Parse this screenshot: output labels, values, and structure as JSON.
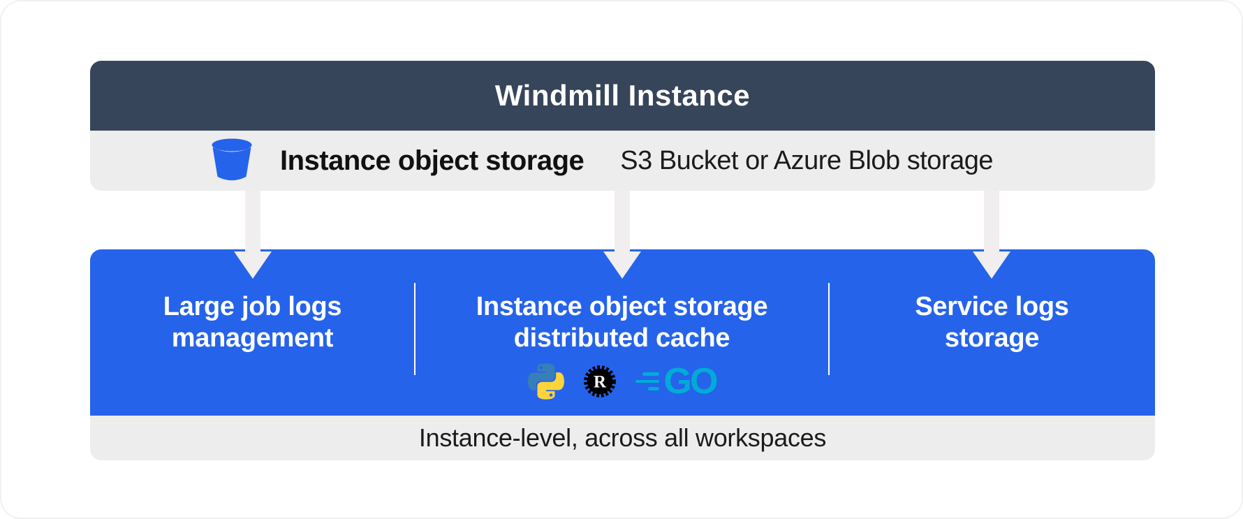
{
  "colors": {
    "header-bg": "#36455A",
    "panel-blue": "#2563EB",
    "row-gray": "#EDEDED",
    "arrow-gray": "#F0EEEE",
    "go-teal": "#00ACD7",
    "python-blue": "#387EB8",
    "python-yellow": "#FFD43B",
    "rust-black": "#000000"
  },
  "header": {
    "title": "Windmill Instance"
  },
  "storage_row": {
    "icon": "bucket-icon",
    "title": "Instance object storage",
    "subtitle": "S3 Bucket or Azure Blob storage"
  },
  "panel": {
    "columns": [
      {
        "line1": "Large job logs",
        "line2": "management"
      },
      {
        "line1": "Instance object storage",
        "line2": "distributed cache",
        "icons": [
          "python-icon",
          "rust-icon",
          "go-icon"
        ],
        "rust_letter": "R",
        "go_label": "GO"
      },
      {
        "line1": "Service logs",
        "line2": "storage"
      }
    ]
  },
  "footer": {
    "text": "Instance-level, across all workspaces"
  }
}
